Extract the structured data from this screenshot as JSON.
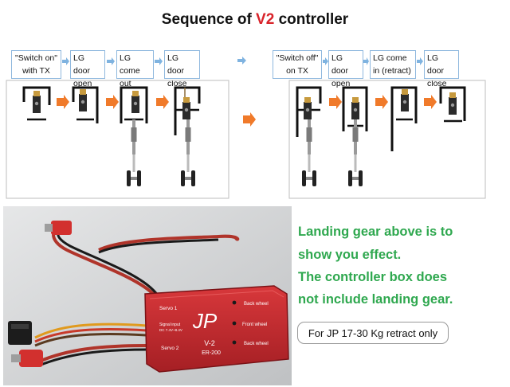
{
  "title": {
    "prefix": "Sequence of ",
    "accent": "V2",
    "suffix": " controller",
    "accent_color": "#d9232a"
  },
  "sequence_on": {
    "steps": [
      {
        "line1": "\"Switch on\"",
        "line2": "with TX"
      },
      {
        "line1": "LG door",
        "line2": "open"
      },
      {
        "line1": "LG come",
        "line2": "out"
      },
      {
        "line1": "LG door",
        "line2": "close"
      }
    ]
  },
  "sequence_off": {
    "steps": [
      {
        "line1": "\"Switch off\"",
        "line2": "on TX"
      },
      {
        "line1": "LG door",
        "line2": "open"
      },
      {
        "line1": "LG come",
        "line2": "in (retract)"
      },
      {
        "line1": "LG door",
        "line2": "close"
      }
    ]
  },
  "controller": {
    "label_servo1": "Servo 1",
    "label_signal": "Signal input",
    "label_voltage": "DC 7.4V~8.4V",
    "label_servo2": "Servo 2",
    "logo": "JP",
    "model": "V-2",
    "code": "ER-200",
    "label_back1": "Back wheel",
    "label_front": "Front wheel",
    "label_back2": "Back wheel",
    "body_color": "#c8282c"
  },
  "notes": {
    "line1": "Landing gear above is to",
    "line2": "show you effect.",
    "line3": "The controller box does",
    "line4": "not include landing gear.",
    "line_color": "#2fa84f",
    "scope": "For JP 17-30 Kg retract only"
  },
  "colors": {
    "arrow": "#f07a2a",
    "flow_arrow": "#7fb3e0",
    "frame": "#111111"
  }
}
